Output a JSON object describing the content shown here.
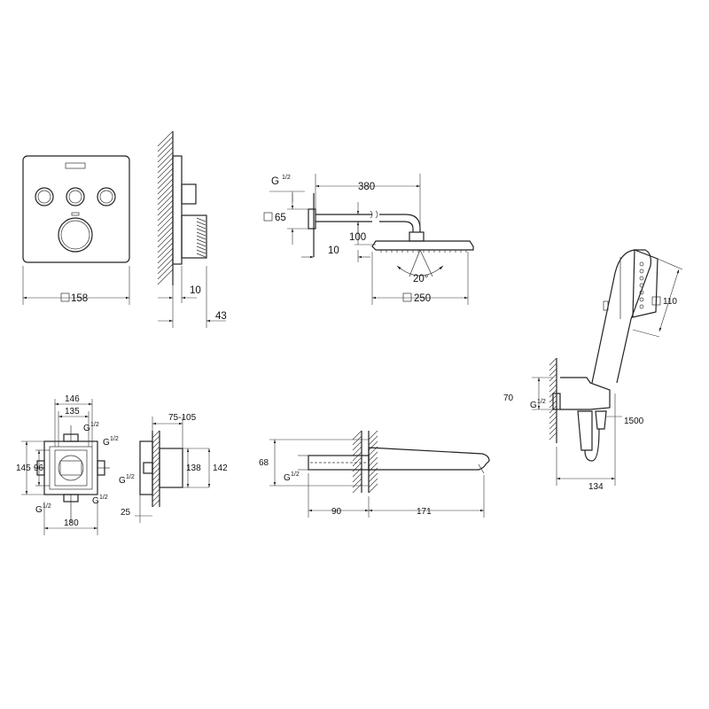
{
  "views": {
    "control_front": {
      "width": "158"
    },
    "control_side": {
      "depth_a": "10",
      "depth_b": "43"
    },
    "head_shower": {
      "thread": "G",
      "fraction": "1/2",
      "flange": "65",
      "arm_length": "380",
      "arm_drop": "100",
      "wall_gap": "10",
      "angle": "20°",
      "head_size": "250"
    },
    "box_front": {
      "w_outer": "146",
      "w_inner": "135",
      "h_outer": "145",
      "h_inner": "96",
      "base_w": "180",
      "thread": "G",
      "fraction": "1/2"
    },
    "box_side": {
      "adjust": "75-105",
      "d_inner": "138",
      "d_outer": "142",
      "depth": "25",
      "thread": "G",
      "fraction": "1/2"
    },
    "spout": {
      "diameter": "68",
      "thread": "G",
      "fraction": "1/2",
      "wall_part": "90",
      "projection": "171"
    },
    "hand_shower": {
      "head_size": "110",
      "flange": "70",
      "thread": "G",
      "fraction": "1/2",
      "hose": "1500",
      "depth": "134"
    }
  }
}
